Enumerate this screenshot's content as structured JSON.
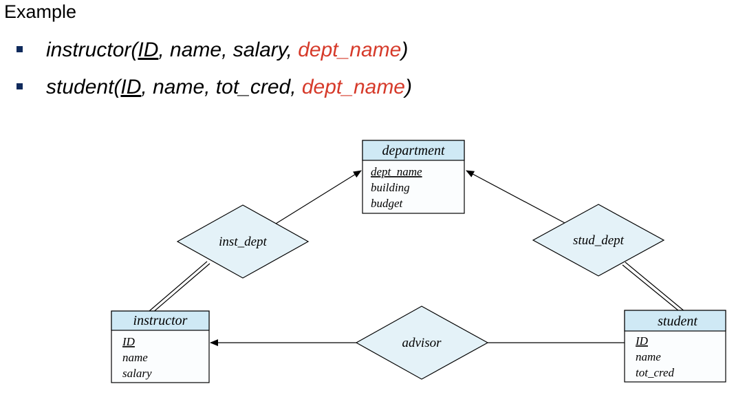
{
  "heading": "Example",
  "schemas": [
    {
      "relation": "instructor",
      "open": "(",
      "key": "ID",
      "attrs": ", name, salary, ",
      "fk": "dept_name",
      "close": ")"
    },
    {
      "relation": "student",
      "open": "(",
      "key": "ID",
      "attrs": ", name, tot_cred, ",
      "fk": "dept_name",
      "close": ")"
    }
  ],
  "colors": {
    "entity_header": "#cfe9f5",
    "relationship_fill": "#e4f2f8",
    "foreign_key": "#d63a2a",
    "bullet": "#0f2a5c"
  },
  "diagram": {
    "entities": {
      "department": {
        "name": "department",
        "key": "dept_name",
        "attrs": [
          "building",
          "budget"
        ]
      },
      "instructor": {
        "name": "instructor",
        "key": "ID",
        "attrs": [
          "name",
          "salary"
        ]
      },
      "student": {
        "name": "student",
        "key": "ID",
        "attrs": [
          "name",
          "tot_cred"
        ]
      }
    },
    "relationships": {
      "inst_dept": "inst_dept",
      "stud_dept": "stud_dept",
      "advisor": "advisor"
    }
  }
}
